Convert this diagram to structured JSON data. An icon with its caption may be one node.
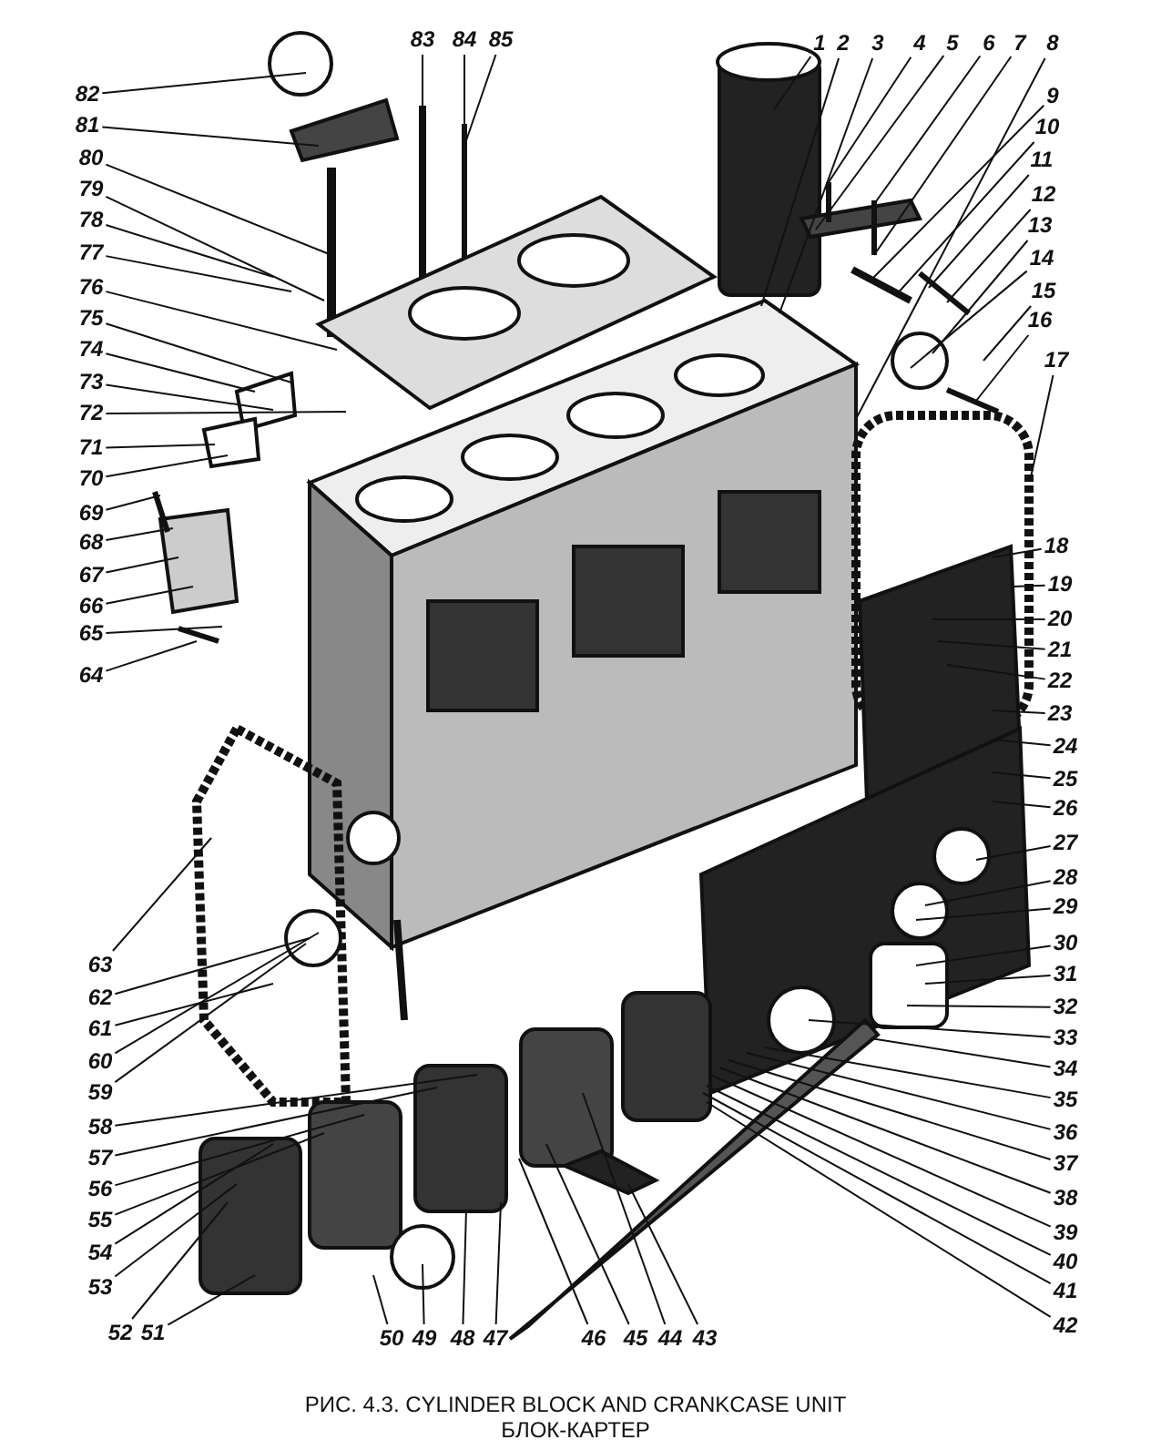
{
  "diagram": {
    "caption": "РИС. 4.3. CYLINDER BLOCK AND CRANKCASE UNIT",
    "nodes": [
      {
        "text": [
          "1"
        ]
      },
      {
        "text": [
          "2"
        ]
      },
      {
        "text": [
          "3"
        ]
      },
      {
        "text": [
          "4"
        ]
      },
      {
        "text": [
          "5"
        ]
      },
      {
        "text": [
          "6"
        ]
      },
      {
        "text": [
          "7"
        ]
      },
      {
        "text": [
          "8"
        ]
      },
      {
        "text": [
          "9"
        ]
      },
      {
        "text": [
          "10"
        ]
      },
      {
        "text": [
          "11"
        ]
      },
      {
        "text": [
          "12"
        ]
      },
      {
        "text": [
          "13"
        ]
      },
      {
        "text": [
          "14"
        ]
      },
      {
        "text": [
          "15"
        ]
      },
      {
        "text": [
          "16"
        ]
      },
      {
        "text": [
          "17"
        ]
      },
      {
        "text": [
          "18"
        ]
      },
      {
        "text": [
          "19"
        ]
      },
      {
        "text": [
          "20"
        ]
      },
      {
        "text": [
          "21"
        ]
      },
      {
        "text": [
          "22"
        ]
      },
      {
        "text": [
          "23"
        ]
      },
      {
        "text": [
          "24"
        ]
      },
      {
        "text": [
          "25"
        ]
      },
      {
        "text": [
          "26"
        ]
      },
      {
        "text": [
          "27"
        ]
      },
      {
        "text": [
          "28"
        ]
      },
      {
        "text": [
          "29"
        ]
      },
      {
        "text": [
          "30"
        ]
      },
      {
        "text": [
          "31"
        ]
      },
      {
        "text": [
          "32"
        ]
      },
      {
        "text": [
          "33"
        ]
      },
      {
        "text": [
          "34"
        ]
      },
      {
        "text": [
          "35"
        ]
      },
      {
        "text": [
          "36"
        ]
      },
      {
        "text": [
          "37"
        ]
      },
      {
        "text": [
          "38"
        ]
      },
      {
        "text": [
          "39"
        ]
      },
      {
        "text": [
          "40"
        ]
      },
      {
        "text": [
          "41"
        ]
      },
      {
        "text": [
          "42"
        ]
      },
      {
        "text": [
          "43"
        ]
      },
      {
        "text": [
          "44"
        ]
      },
      {
        "text": [
          "45"
        ]
      },
      {
        "text": [
          "46"
        ]
      },
      {
        "text": [
          "47"
        ]
      },
      {
        "text": [
          "48"
        ]
      },
      {
        "text": [
          "49"
        ]
      },
      {
        "text": [
          "50"
        ]
      },
      {
        "text": [
          "51"
        ]
      },
      {
        "text": [
          "52"
        ]
      },
      {
        "text": [
          "53"
        ]
      },
      {
        "text": [
          "54"
        ]
      },
      {
        "text": [
          "55"
        ]
      },
      {
        "text": [
          "56"
        ]
      },
      {
        "text": [
          "57"
        ]
      },
      {
        "text": [
          "58"
        ]
      },
      {
        "text": [
          "59"
        ]
      },
      {
        "text": [
          "60"
        ]
      },
      {
        "text": [
          "61"
        ]
      },
      {
        "text": [
          "62"
        ]
      },
      {
        "text": [
          "63"
        ]
      },
      {
        "text": [
          "64"
        ]
      },
      {
        "text": [
          "65"
        ]
      },
      {
        "text": [
          "66"
        ]
      },
      {
        "text": [
          "67"
        ]
      },
      {
        "text": [
          "68"
        ]
      },
      {
        "text": [
          "69"
        ]
      },
      {
        "text": [
          "70"
        ]
      },
      {
        "text": [
          "71"
        ]
      },
      {
        "text": [
          "72"
        ]
      },
      {
        "text": [
          "73"
        ]
      },
      {
        "text": [
          "74"
        ]
      },
      {
        "text": [
          "75"
        ]
      },
      {
        "text": [
          "76"
        ]
      },
      {
        "text": [
          "77"
        ]
      },
      {
        "text": [
          "78"
        ]
      },
      {
        "text": [
          "79"
        ]
      },
      {
        "text": [
          "80"
        ]
      },
      {
        "text": [
          "81"
        ]
      },
      {
        "text": [
          "82"
        ]
      },
      {
        "text": [
          "83"
        ]
      },
      {
        "text": [
          "84"
        ]
      },
      {
        "text": [
          "85"
        ]
      }
    ],
    "edges": [
      {
        "from": 0,
        "to": null,
        "arrow": "none"
      },
      {
        "from": 1,
        "to": null,
        "arrow": "none"
      },
      {
        "from": 2,
        "to": null,
        "arrow": "none"
      },
      {
        "from": 3,
        "to": null,
        "arrow": "none"
      },
      {
        "from": 4,
        "to": null,
        "arrow": "none"
      },
      {
        "from": 5,
        "to": null,
        "arrow": "none"
      },
      {
        "from": 6,
        "to": null,
        "arrow": "none"
      },
      {
        "from": 7,
        "to": null,
        "arrow": "none"
      },
      {
        "from": 8,
        "to": null,
        "arrow": "none"
      },
      {
        "from": 9,
        "to": null,
        "arrow": "none"
      },
      {
        "from": 10,
        "to": null,
        "arrow": "none"
      },
      {
        "from": 11,
        "to": null,
        "arrow": "none"
      },
      {
        "from": 12,
        "to": null,
        "arrow": "none"
      },
      {
        "from": 13,
        "to": null,
        "arrow": "none"
      },
      {
        "from": 14,
        "to": null,
        "arrow": "none"
      },
      {
        "from": 15,
        "to": null,
        "arrow": "none"
      },
      {
        "from": 16,
        "to": null,
        "arrow": "none"
      },
      {
        "from": 17,
        "to": null,
        "arrow": "none"
      },
      {
        "from": 18,
        "to": null,
        "arrow": "none"
      },
      {
        "from": 19,
        "to": null,
        "arrow": "none"
      },
      {
        "from": 20,
        "to": null,
        "arrow": "none"
      },
      {
        "from": 21,
        "to": null,
        "arrow": "none"
      },
      {
        "from": 22,
        "to": null,
        "arrow": "none"
      },
      {
        "from": 23,
        "to": null,
        "arrow": "none"
      },
      {
        "from": 24,
        "to": null,
        "arrow": "none"
      },
      {
        "from": 25,
        "to": null,
        "arrow": "none"
      },
      {
        "from": 26,
        "to": null,
        "arrow": "none"
      },
      {
        "from": 27,
        "to": null,
        "arrow": "none"
      },
      {
        "from": 28,
        "to": null,
        "arrow": "none"
      },
      {
        "from": 29,
        "to": null,
        "arrow": "none"
      },
      {
        "from": 30,
        "to": null,
        "arrow": "none"
      },
      {
        "from": 31,
        "to": null,
        "arrow": "none"
      },
      {
        "from": 32,
        "to": null,
        "arrow": "none"
      },
      {
        "from": 33,
        "to": null,
        "arrow": "none"
      },
      {
        "from": 34,
        "to": null,
        "arrow": "none"
      },
      {
        "from": 35,
        "to": null,
        "arrow": "none"
      },
      {
        "from": 36,
        "to": null,
        "arrow": "none"
      },
      {
        "from": 37,
        "to": null,
        "arrow": "none"
      },
      {
        "from": 38,
        "to": null,
        "arrow": "none"
      },
      {
        "from": 39,
        "to": null,
        "arrow": "none"
      },
      {
        "from": 40,
        "to": null,
        "arrow": "none"
      },
      {
        "from": 41,
        "to": null,
        "arrow": "none"
      },
      {
        "from": 42,
        "to": null,
        "arrow": "none"
      },
      {
        "from": 43,
        "to": null,
        "arrow": "none"
      },
      {
        "from": 44,
        "to": null,
        "arrow": "none"
      },
      {
        "from": 45,
        "to": null,
        "arrow": "none"
      },
      {
        "from": 46,
        "to": null,
        "arrow": "none"
      },
      {
        "from": 47,
        "to": null,
        "arrow": "none"
      },
      {
        "from": 48,
        "to": null,
        "arrow": "none"
      },
      {
        "from": 49,
        "to": null,
        "arrow": "none"
      },
      {
        "from": 50,
        "to": null,
        "arrow": "none"
      },
      {
        "from": 51,
        "to": null,
        "arrow": "none"
      },
      {
        "from": 52,
        "to": null,
        "arrow": "none"
      },
      {
        "from": 53,
        "to": null,
        "arrow": "none"
      },
      {
        "from": 54,
        "to": null,
        "arrow": "none"
      },
      {
        "from": 55,
        "to": null,
        "arrow": "none"
      },
      {
        "from": 56,
        "to": null,
        "arrow": "none"
      },
      {
        "from": 57,
        "to": null,
        "arrow": "none"
      },
      {
        "from": 58,
        "to": null,
        "arrow": "none"
      },
      {
        "from": 59,
        "to": null,
        "arrow": "none"
      },
      {
        "from": 60,
        "to": null,
        "arrow": "none"
      },
      {
        "from": 61,
        "to": null,
        "arrow": "none"
      },
      {
        "from": 62,
        "to": null,
        "arrow": "none"
      },
      {
        "from": 63,
        "to": null,
        "arrow": "none"
      },
      {
        "from": 64,
        "to": null,
        "arrow": "none"
      },
      {
        "from": 65,
        "to": null,
        "arrow": "none"
      },
      {
        "from": 66,
        "to": null,
        "arrow": "none"
      },
      {
        "from": 67,
        "to": null,
        "arrow": "none"
      },
      {
        "from": 68,
        "to": null,
        "arrow": "none"
      },
      {
        "from": 69,
        "to": null,
        "arrow": "none"
      },
      {
        "from": 70,
        "to": null,
        "arrow": "none"
      },
      {
        "from": 71,
        "to": null,
        "arrow": "none"
      },
      {
        "from": 72,
        "to": null,
        "arrow": "none"
      },
      {
        "from": 73,
        "to": null,
        "arrow": "none"
      },
      {
        "from": 74,
        "to": null,
        "arrow": "none"
      },
      {
        "from": 75,
        "to": null,
        "arrow": "none"
      },
      {
        "from": 76,
        "to": null,
        "arrow": "none"
      },
      {
        "from": 77,
        "to": null,
        "arrow": "none"
      },
      {
        "from": 78,
        "to": null,
        "arrow": "none"
      },
      {
        "from": 79,
        "to": null,
        "arrow": "none"
      },
      {
        "from": 80,
        "to": null,
        "arrow": "none"
      },
      {
        "from": 81,
        "to": null,
        "arrow": "none"
      },
      {
        "from": 82,
        "to": null,
        "arrow": "none"
      },
      {
        "from": 83,
        "to": null,
        "arrow": "none"
      },
      {
        "from": 84,
        "to": null,
        "arrow": "none"
      }
    ],
    "labels": [
      "БЛОК-КАРТЕР"
    ]
  }
}
